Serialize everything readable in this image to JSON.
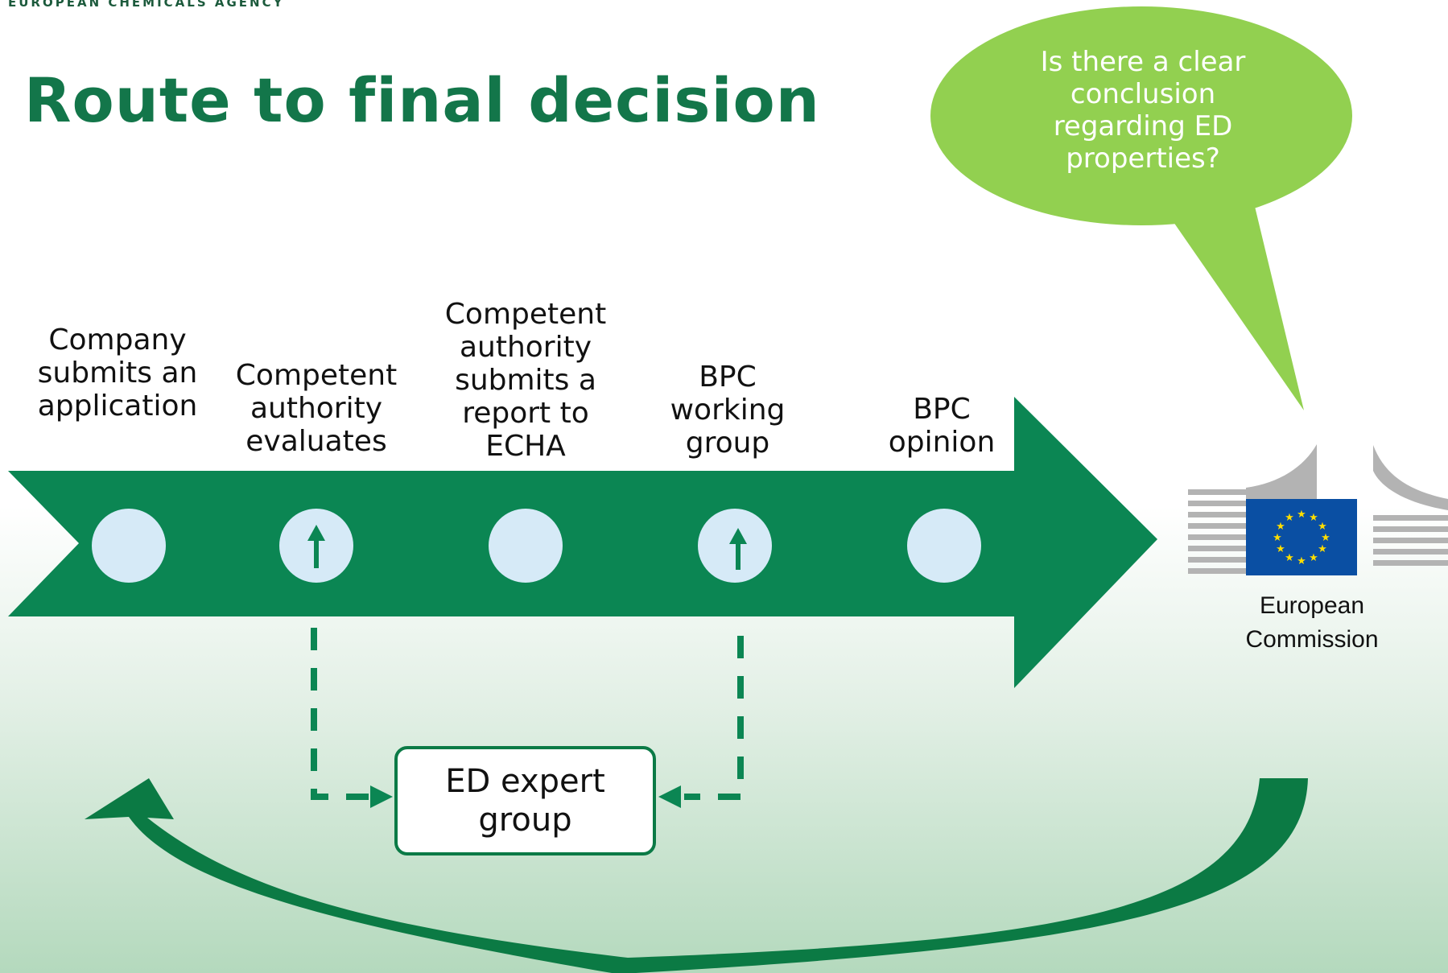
{
  "header": {
    "agency": "EUROPEAN CHEMICALS AGENCY"
  },
  "title": "Route to final decision",
  "callout": {
    "text": "Is there a clear conclusion regarding ED properties?"
  },
  "steps": [
    {
      "label": "Company submits an application",
      "has_link": false
    },
    {
      "label": "Competent authority evaluates",
      "has_link": true
    },
    {
      "label": "Competent authority submits a report to ECHA",
      "has_link": false
    },
    {
      "label": "BPC working group",
      "has_link": true
    },
    {
      "label": "BPC opinion",
      "has_link": false
    }
  ],
  "expert_group": {
    "label": "ED expert group"
  },
  "commission": {
    "label": "European Commission",
    "flag_icon": "eu-flag-icon",
    "building_icon": "commission-building-icon"
  },
  "colors": {
    "title": "#13764a",
    "arrow": "#0b8653",
    "circle": "#d6eaf7",
    "bubble": "#92d050",
    "dashed": "#0b8653",
    "eu_blue": "#0a4fa3",
    "eu_star": "#ffdd00"
  }
}
